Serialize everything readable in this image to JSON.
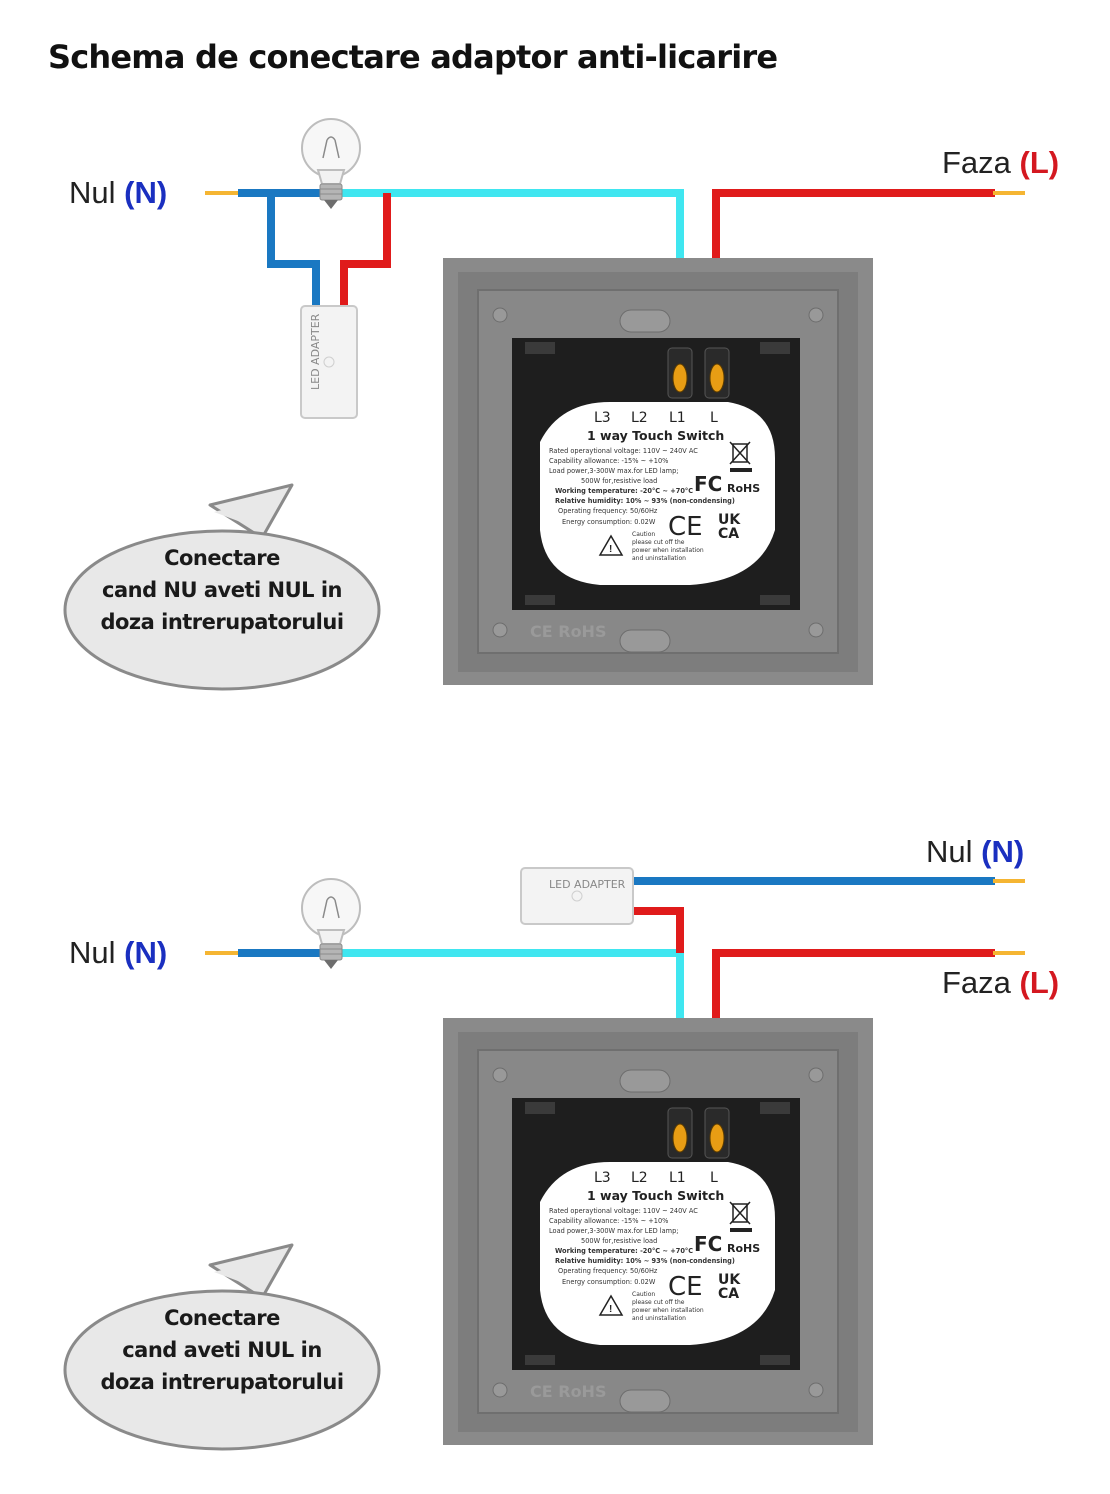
{
  "title": "Schema de conectare adaptor anti-licarire",
  "colors": {
    "neutral_wire": "#1a78c2",
    "load_wire": "#3fe6f0",
    "phase_wire": "#e01b1b",
    "wire_tip": "#f5b532",
    "frame": "#8a8a8a",
    "module": "#1e1e1e",
    "label_blue": "#1a2fc0",
    "label_red": "#d41820"
  },
  "labels": {
    "nul_text": "Nul",
    "nul_symbol": "(N)",
    "faza_text": "Faza",
    "faza_symbol": "(L)"
  },
  "adapter_label": "LED ADAPTER",
  "switch_sticker": {
    "terminals": [
      "L3",
      "L2",
      "L1",
      "L"
    ],
    "product": "1 way Touch Switch",
    "specs": [
      "Rated operaytional voltage: 110V ~ 240V AC",
      "Capability allowance: -15% ~ +10%",
      "Load power,3-300W max.for LED lamp;",
      "500W for,resistive load",
      "Working temperature: -20°C ~ +70°C",
      "Relative humidity: 10% ~ 93% (non-condensing)",
      "Operating frequency: 50/60Hz",
      "Energy consumption: 0.02W"
    ],
    "caution": [
      "Caution",
      "please cut off the",
      "power when installation",
      "and uninstallation"
    ],
    "marks": {
      "fc": "FC",
      "rohs": "RoHS",
      "ce": "CE",
      "ukca_top": "UK",
      "ukca_bottom": "CA"
    }
  },
  "plate_embossed": "CE RoHS",
  "diagrams": [
    {
      "bubble": [
        "Conectare",
        "cand NU aveti NUL in",
        "doza intrerupatorului"
      ]
    },
    {
      "bubble": [
        "Conectare",
        "cand aveti NUL in",
        "doza intrerupatorului"
      ]
    }
  ]
}
